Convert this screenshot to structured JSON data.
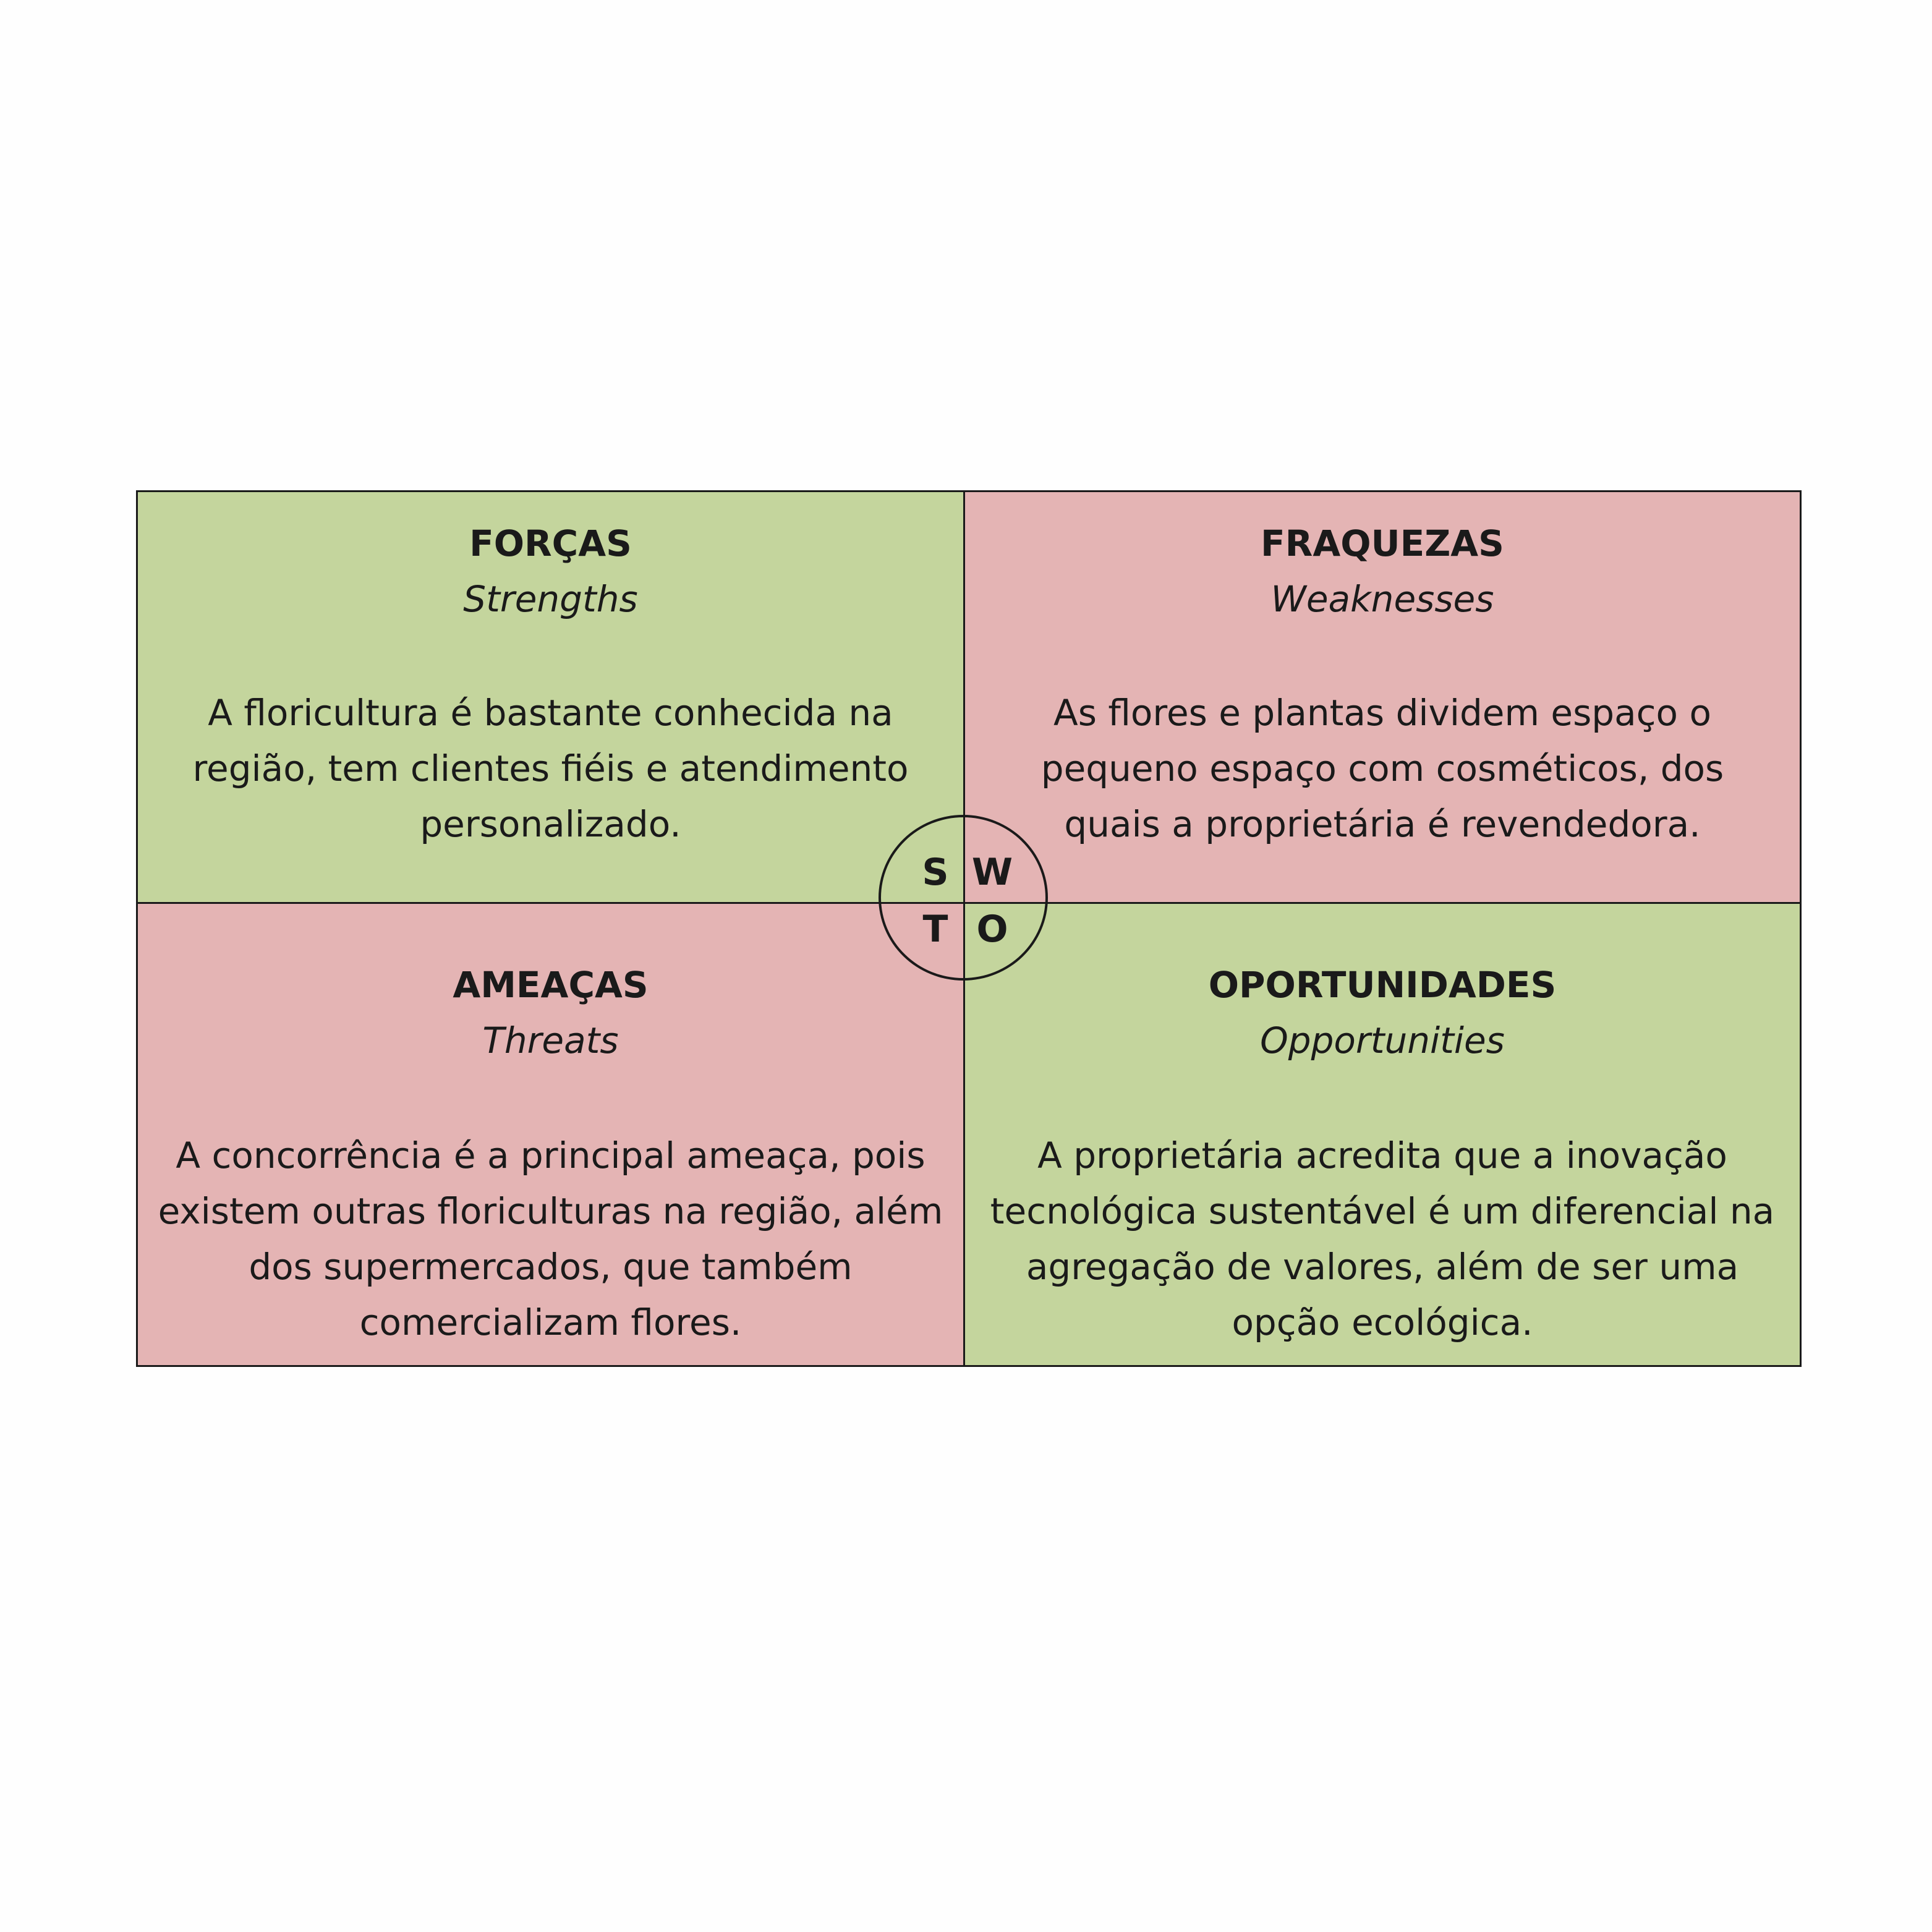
{
  "colors": {
    "positive_fill": "#c4d59d",
    "negative_fill": "#e4b4b4",
    "border": "#1a1a1a",
    "background": "#fefefe"
  },
  "quadrants": {
    "strengths": {
      "title": "FORÇAS",
      "subtitle": "Strengths",
      "body": "A floricultura é bastante conhecida na região, tem clientes fiéis e atendimento personalizado."
    },
    "weaknesses": {
      "title": "FRAQUEZAS",
      "subtitle": "Weaknesses",
      "body": "As flores e plantas dividem espaço o pequeno espaço com cosméticos, dos quais a proprietária é revendedora."
    },
    "threats": {
      "title": "AMEAÇAS",
      "subtitle": "Threats",
      "body": "A concorrência é a principal ameaça, pois existem outras floriculturas na região, além dos supermercados, que também comercializam flores."
    },
    "opportunities": {
      "title": "OPORTUNIDADES",
      "subtitle": "Opportunities",
      "body": "A proprietária acredita que a inovação tecnológica sustentável é um diferencial na agregação de valores, além de ser uma opção ecológica."
    }
  },
  "badge": {
    "s": "S",
    "w": "W",
    "t": "T",
    "o": "O"
  }
}
